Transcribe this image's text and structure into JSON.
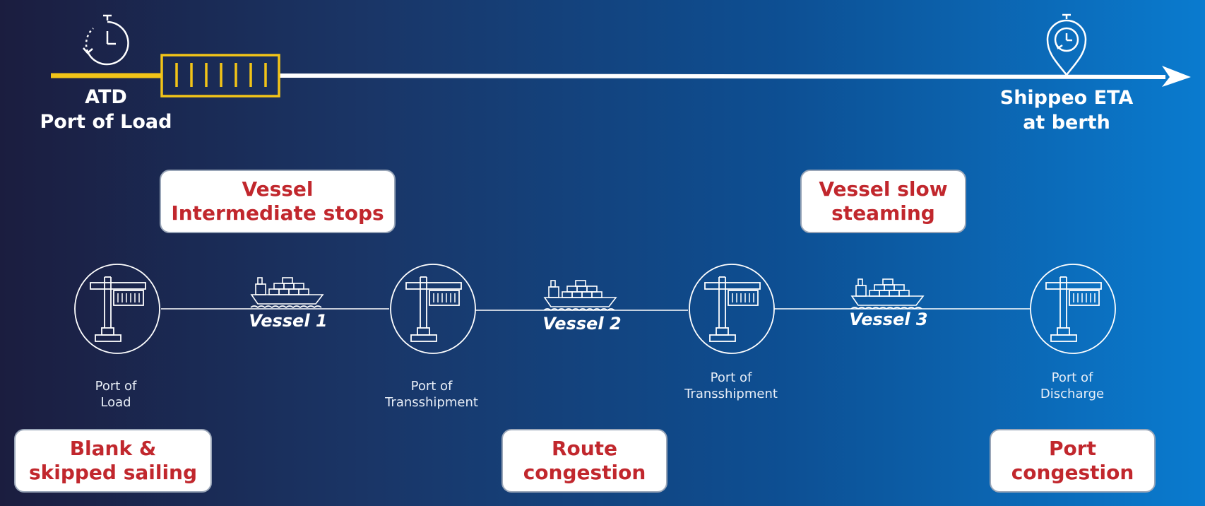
{
  "timeline": {
    "start_label": "ATD\nPort of Load",
    "end_label": "Shippeo ETA\nat berth",
    "start_icon": "stopwatch-refresh-icon",
    "end_icon": "location-pin-clock-icon",
    "container_icon": "shipping-container-icon",
    "accent_color": "#f2c418"
  },
  "callouts": {
    "intermediate_stops": "Vessel\nIntermediate stops",
    "slow_steaming": "Vessel slow\nsteaming",
    "blank_sailing": "Blank &\nskipped sailing",
    "route_congestion": "Route\ncongestion",
    "port_congestion": "Port\ncongestion",
    "text_color": "#c1272d"
  },
  "ports": [
    {
      "label": "Port of\nLoad",
      "icon": "port-crane-icon"
    },
    {
      "label": "Port of\nTransshipment",
      "icon": "port-crane-icon"
    },
    {
      "label": "Port of\nTransshipment",
      "icon": "port-crane-icon"
    },
    {
      "label": "Port of\nDischarge",
      "icon": "port-crane-icon"
    }
  ],
  "vessels": [
    {
      "label": "Vessel 1",
      "icon": "container-ship-icon"
    },
    {
      "label": "Vessel 2",
      "icon": "container-ship-icon"
    },
    {
      "label": "Vessel 3",
      "icon": "container-ship-icon"
    }
  ]
}
